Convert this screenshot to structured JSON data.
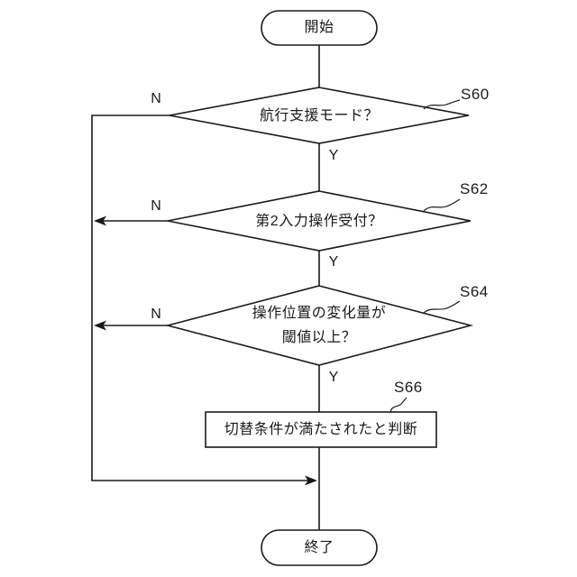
{
  "flowchart": {
    "start": {
      "label": "開始"
    },
    "end": {
      "label": "終了"
    },
    "decisions": [
      {
        "step": "S60",
        "label": "航行支援モード？"
      },
      {
        "step": "S62",
        "label": "第2入力操作受付？"
      },
      {
        "step": "S64",
        "label": "操作位置の変化量が\n閾値以上？"
      }
    ],
    "process": {
      "step": "S66",
      "label": "切替条件が満たされたと判断"
    },
    "branch": {
      "yes": "Y",
      "no": "N"
    },
    "colors": {
      "line": "#1a1a1a",
      "background": "#ffffff"
    }
  }
}
